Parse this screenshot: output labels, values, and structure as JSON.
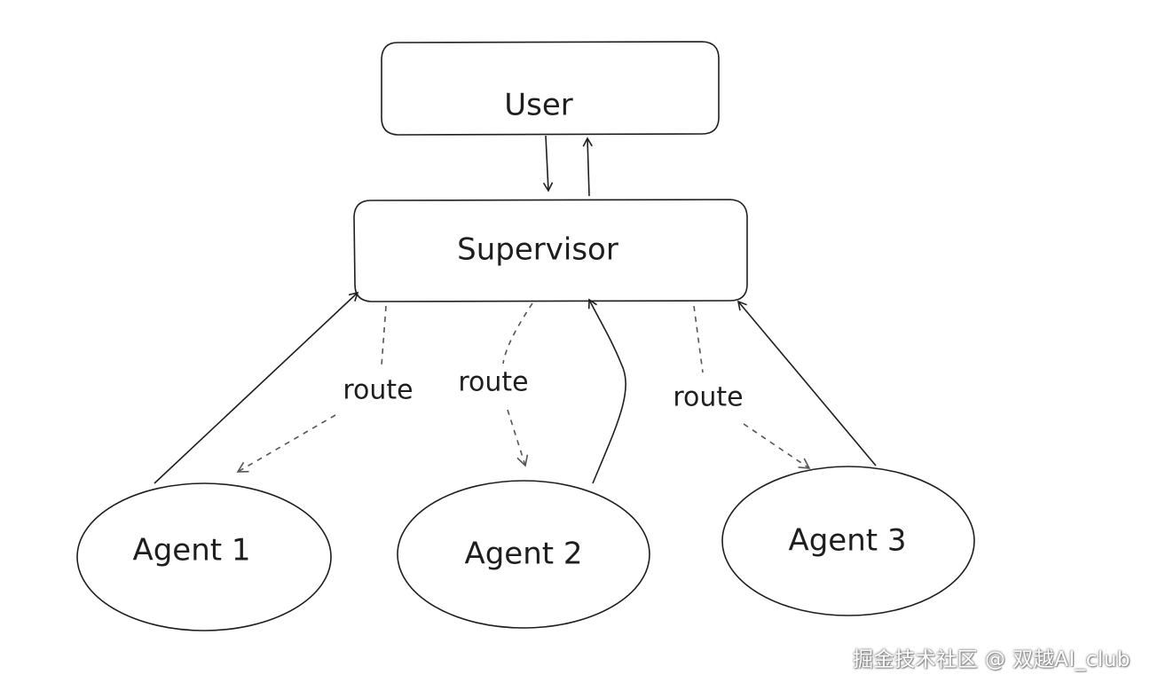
{
  "diagram": {
    "nodes": {
      "user": "User",
      "supervisor": "Supervisor",
      "agent1": "Agent 1",
      "agent2": "Agent 2",
      "agent3": "Agent 3"
    },
    "edge_labels": {
      "route1": "route",
      "route2": "route",
      "route3": "route"
    }
  },
  "watermark": "掘金技术社区 @ 双越AI_club"
}
